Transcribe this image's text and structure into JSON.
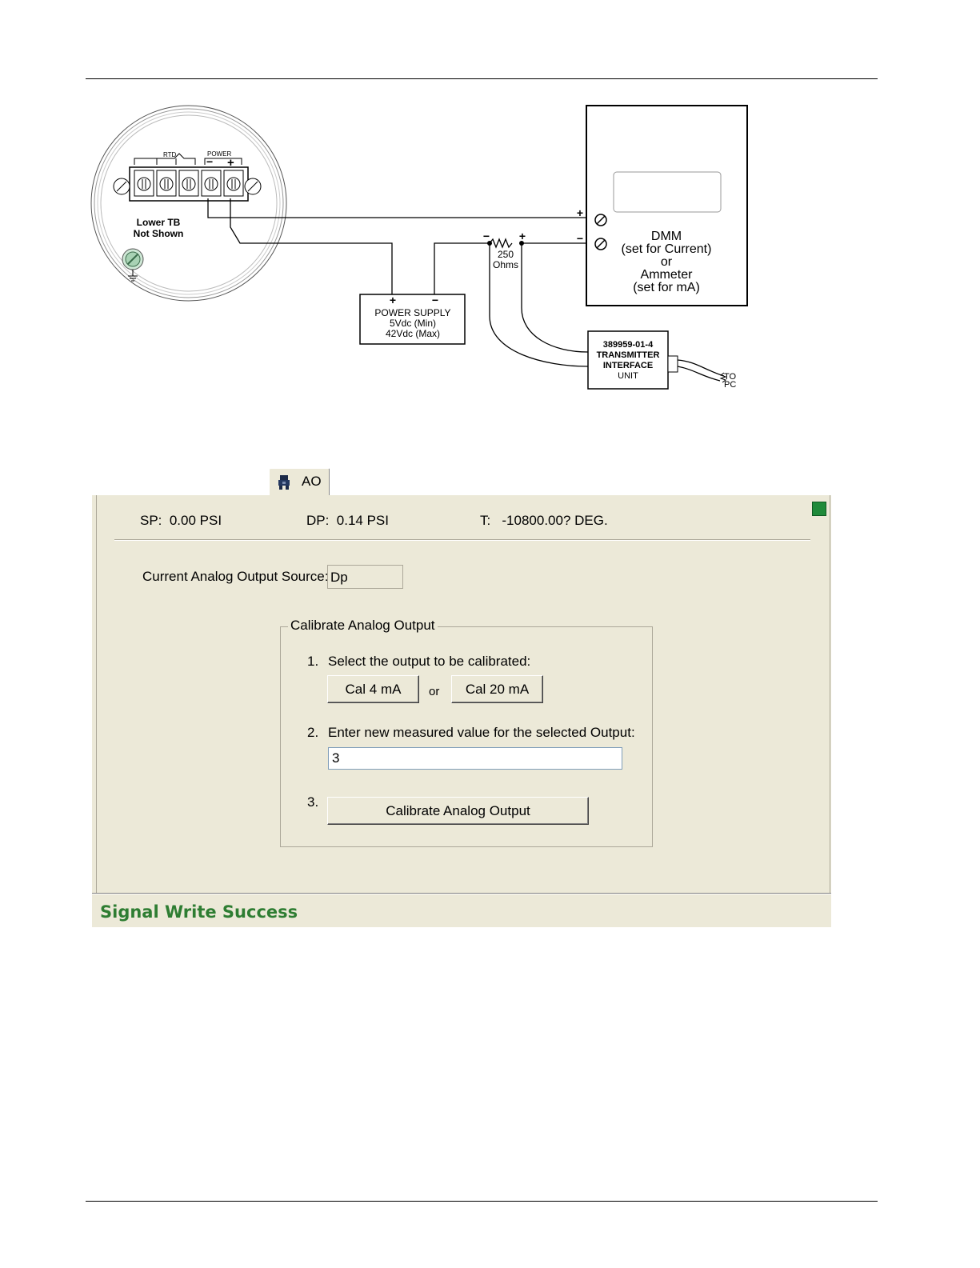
{
  "diagram": {
    "terminal_labels": {
      "rtd": "RTD",
      "power": "POWER",
      "minus": "−",
      "plus": "+"
    },
    "lower_tb": [
      "Lower TB",
      "Not Shown"
    ],
    "power_supply": {
      "plus": "+",
      "minus": "−",
      "lines": [
        "POWER SUPPLY",
        "5Vdc (Min)",
        "42Vdc (Max)"
      ]
    },
    "resistor": {
      "minus": "−",
      "plus": "+",
      "lines": [
        "250",
        "Ohms"
      ]
    },
    "dmm": {
      "plus": "+",
      "minus": "−",
      "lines": [
        "DMM",
        "(set for Current)",
        "or",
        "Ammeter",
        "(set for mA)"
      ]
    },
    "interface_unit": {
      "lines": [
        "389959-01-4",
        "TRANSMITTER",
        "INTERFACE",
        "UNIT"
      ]
    },
    "to_pc": [
      "TO",
      "PC"
    ]
  },
  "tab": {
    "label": "AO",
    "icon": "transmitter-icon"
  },
  "readouts": {
    "sp": "SP:  0.00 PSI",
    "dp": "DP:  0.14 PSI",
    "t": "T:   -10800.00? DEG."
  },
  "source": {
    "label": "Current Analog Output Source:",
    "value": "Dp"
  },
  "calibrate": {
    "group_title": "Calibrate Analog Output",
    "step1_num": "1.",
    "step1_label": "Select the output to be calibrated:",
    "cal4_button": "Cal 4 mA",
    "or_label": "or",
    "cal20_button": "Cal 20 mA",
    "step2_num": "2.",
    "step2_label": "Enter new measured value for the selected Output:",
    "measured_value": "3",
    "step3_num": "3.",
    "calibrate_button": "Calibrate Analog Output"
  },
  "status": {
    "text": "Signal Write Success",
    "led_color": "#1f8a3a"
  }
}
